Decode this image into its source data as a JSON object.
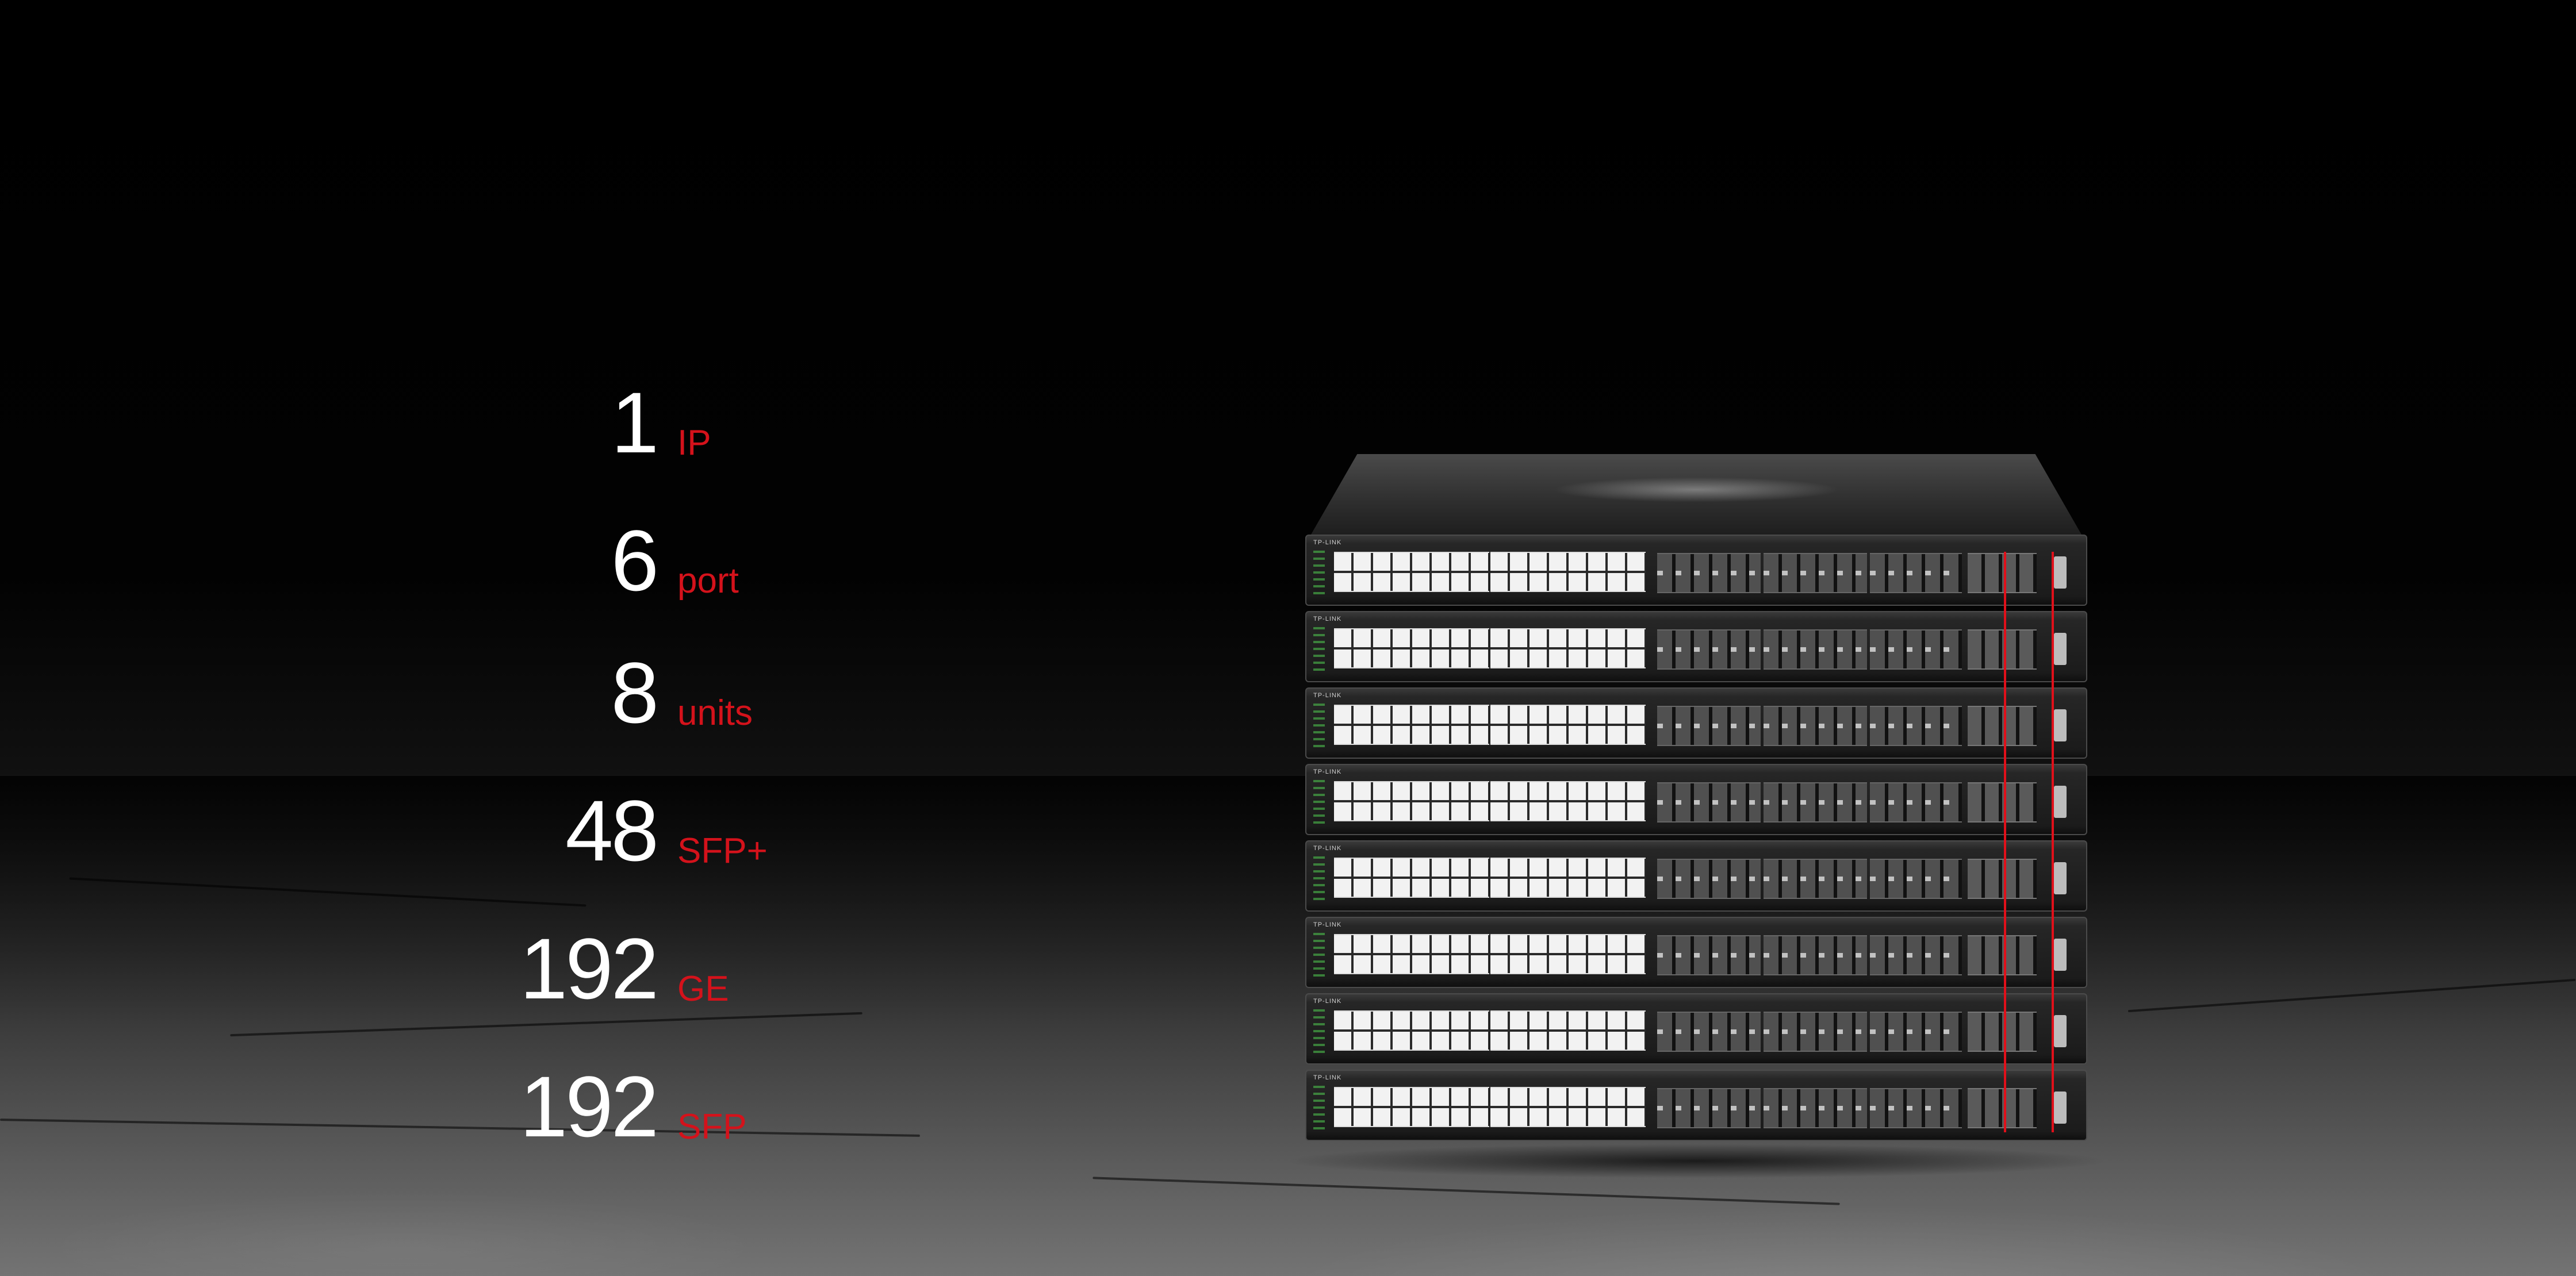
{
  "stats": [
    {
      "value": "1",
      "unit": "IP"
    },
    {
      "value": "6",
      "unit": "port"
    },
    {
      "value": "8",
      "unit": "units"
    },
    {
      "value": "48",
      "unit": "SFP+"
    },
    {
      "value": "192",
      "unit": "GE"
    },
    {
      "value": "192",
      "unit": "SFP"
    }
  ],
  "switch_brand": "TP-LINK",
  "colors": {
    "accent": "#d4121b",
    "value_text": "#ffffff",
    "background": "#000000",
    "stack_cable": "#e0101a"
  }
}
